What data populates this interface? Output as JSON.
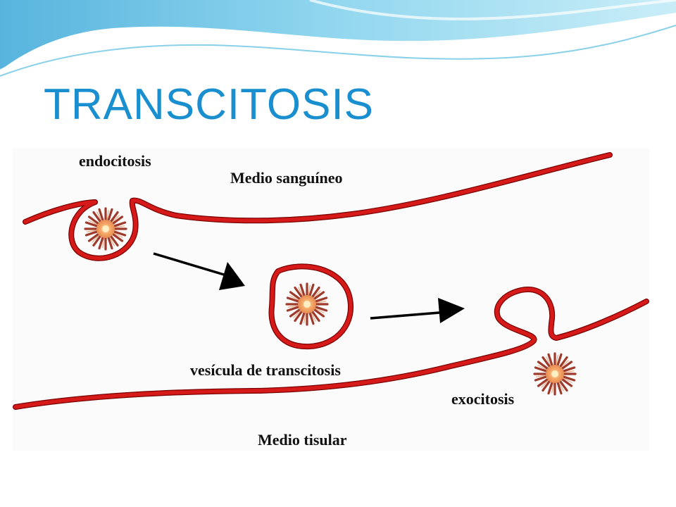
{
  "slide": {
    "title": "TRANSCITOSIS"
  },
  "diagram": {
    "labels": {
      "endocytosis": "endocitosis",
      "blood": "Medio sanguíneo",
      "vesicle": "vesícula de transcitosis",
      "exocytosis": "exocitosis",
      "tissue": "Medio tisular"
    }
  },
  "colors": {
    "title": "#1a8fd0",
    "membrane": "#d61a1a",
    "membrane_edge": "#7a0000",
    "particle_core": "#f6c28a",
    "particle_ray": "#9e3b2c",
    "arrow": "#000000",
    "header_wave": "#8fd3ee"
  }
}
